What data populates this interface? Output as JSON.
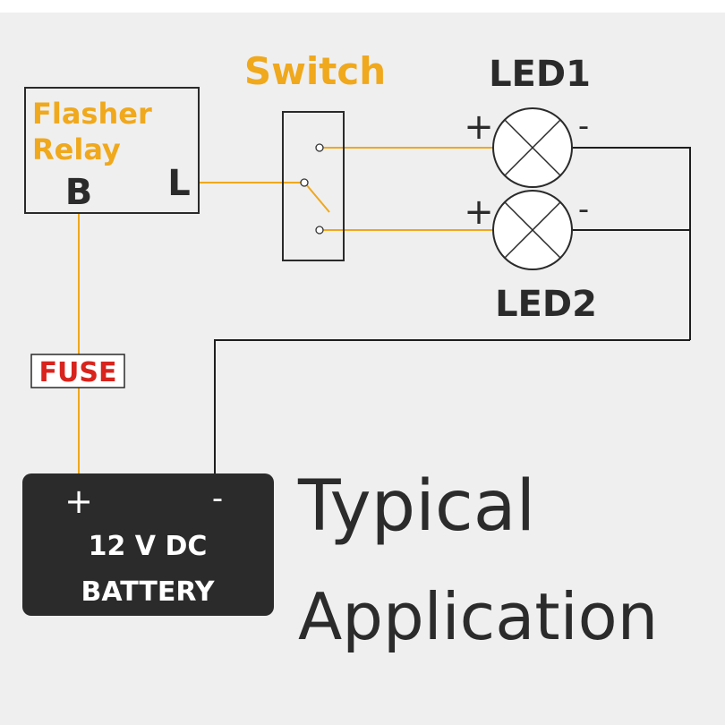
{
  "colors": {
    "background": "#efefef",
    "wire_orange": "#f0a81c",
    "wire_black": "#1e1e1e",
    "label_orange": "#f0a81c",
    "fuse_red": "#d8241d",
    "battery_fill": "#2b2b2b",
    "text_dark": "#2b2b2b"
  },
  "relay": {
    "title_line1": "Flasher",
    "title_line2": "Relay",
    "terminal_b": "B",
    "terminal_l": "L"
  },
  "switch": {
    "label": "Switch"
  },
  "led1": {
    "label": "LED1",
    "plus": "+",
    "minus": "-",
    "icon": "lamp-cross-icon"
  },
  "led2": {
    "label": "LED2",
    "plus": "+",
    "minus": "-",
    "icon": "lamp-cross-icon"
  },
  "fuse": {
    "label": "FUSE"
  },
  "battery": {
    "plus": "+",
    "minus": "-",
    "line1": "12 V DC",
    "line2": "BATTERY"
  },
  "caption": {
    "line1": "Typical",
    "line2": "Application"
  }
}
